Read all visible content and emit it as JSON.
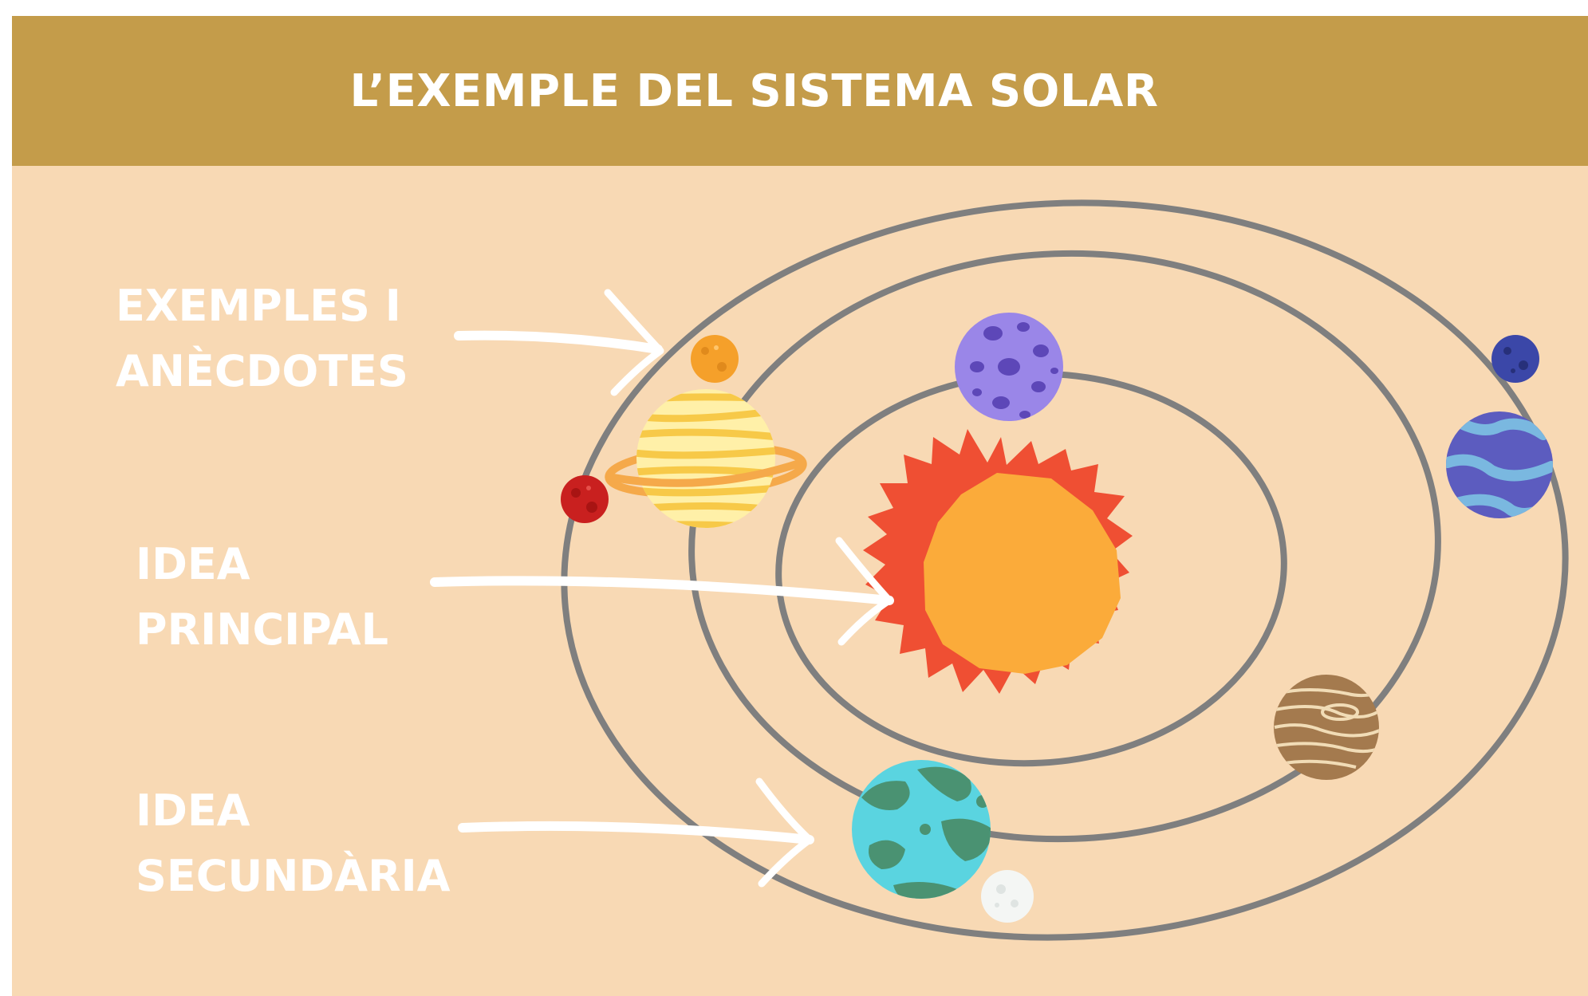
{
  "header": {
    "title": "L’EXEMPLE DEL SISTEMA SOLAR"
  },
  "labels": {
    "examples": {
      "line1": "EXEMPLES I",
      "line2": "ANÈCDOTES"
    },
    "main_idea": {
      "line1": "IDEA",
      "line2": "PRINCIPAL"
    },
    "secondary_idea": {
      "line1": "IDEA",
      "line2": "SECUNDÀRIA"
    }
  },
  "colors": {
    "header": "#c49c4a",
    "background": "#f8d9b4",
    "orbit": "#7f7f7f",
    "arrow": "#ffffff",
    "sun_core": "#fbab3a",
    "sun_rays": "#ef4f33"
  },
  "icons": [
    "sun-icon",
    "arrow-icon",
    "orbit-ring",
    "planet-icon",
    "moon-icon"
  ]
}
